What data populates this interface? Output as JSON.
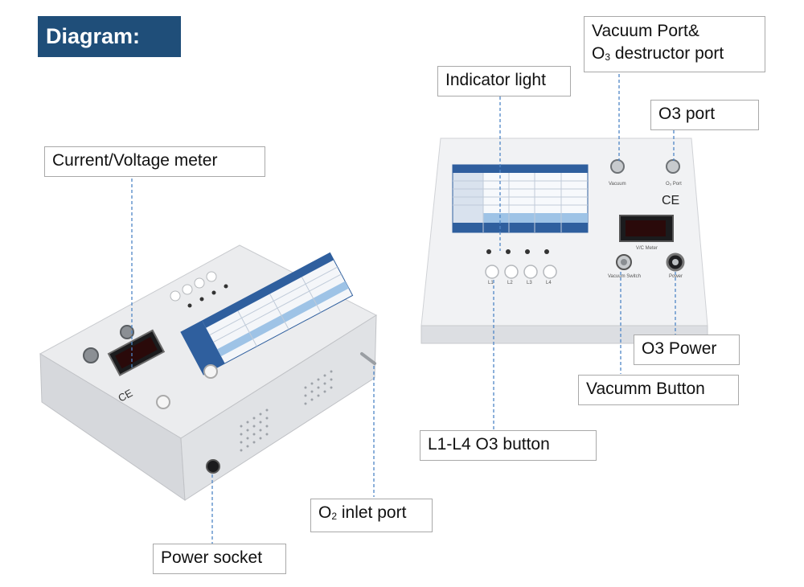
{
  "header": {
    "title": "Diagram:"
  },
  "callouts": {
    "current_voltage_meter": "Current/Voltage meter",
    "power_socket": "Power socket",
    "o2_inlet_port": {
      "prefix": "O",
      "sub": "2",
      "suffix": " inlet port"
    },
    "indicator_light": "Indicator light",
    "vacuum_port_line1": "Vacuum Port&",
    "vacuum_port_line2": {
      "prefix": "O",
      "sub": "3",
      "suffix": " destructor port"
    },
    "o3_port": "O3 port",
    "o3_power": "O3 Power",
    "vacuum_button": "Vacumm Button",
    "l1_l4_button": "L1-L4 O3 button"
  },
  "device_labels": {
    "button_labels": [
      "L1",
      "L2",
      "L3",
      "L4"
    ],
    "vacuum": "Vacuum",
    "o3_port_small": "O₃ Port",
    "vc_meter": "V/C Meter",
    "vacuum_switch": "Vacuum Switch",
    "power": "Power",
    "ce_mark": "CE"
  },
  "colors": {
    "title_bg": "#1f4e79",
    "leader_line": "#4f86c6",
    "panel_table_blue": "#2f5f9e"
  }
}
